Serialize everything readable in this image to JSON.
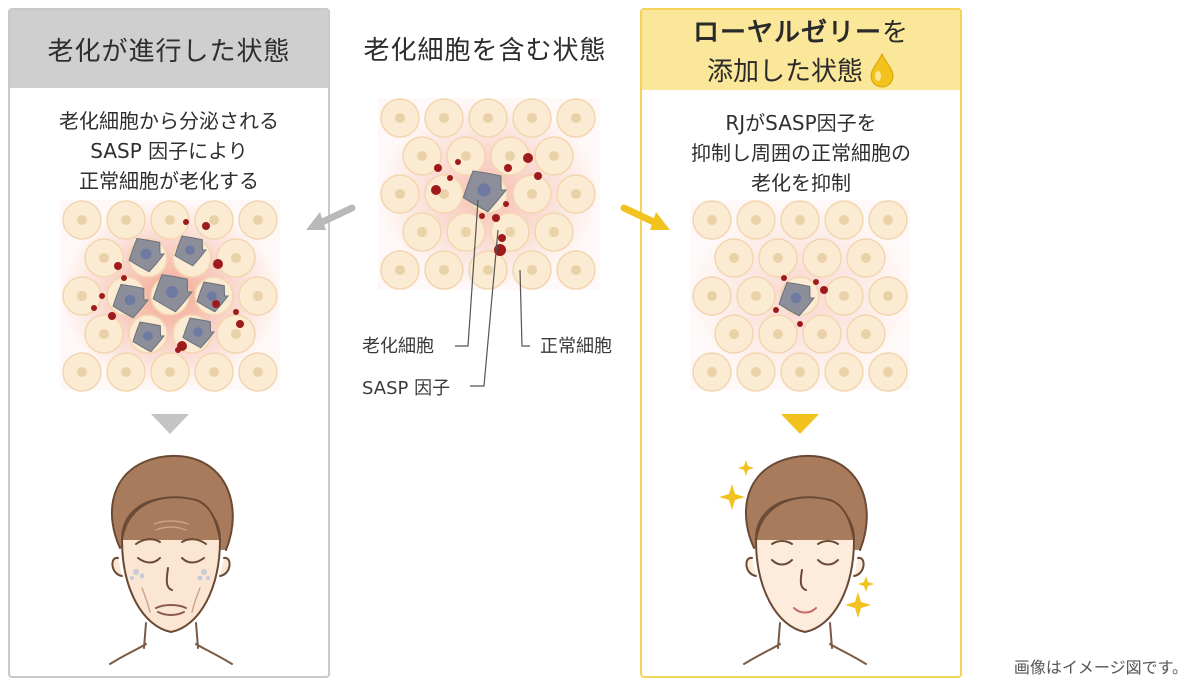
{
  "left_panel": {
    "title": "老化が進行した状態",
    "desc_lines": [
      "老化細胞から分泌される",
      "SASP 因子により",
      "正常細胞が老化する"
    ]
  },
  "center": {
    "title": "老化細胞を含む状態",
    "labels": {
      "senescent_cell": "老化細胞",
      "normal_cell": "正常細胞",
      "sasp": "SASP 因子"
    }
  },
  "right_panel": {
    "title_line1_bold": "ローヤルゼリー",
    "title_line1_tail": "を",
    "title_line2": "添加した状態",
    "desc_lines": [
      "RJがSASP因子を",
      "抑制し周囲の正常細胞の",
      "老化を抑制"
    ]
  },
  "footer_note": "画像はイメージ図です。",
  "colors": {
    "left_header": "#cfcfcf",
    "right_header": "#fbe79a",
    "right_border": "#f3d35a",
    "cell_fill": "#fbebd2",
    "senescent_fill": "#8c8f99",
    "sasp_dot": "#9e1b1b",
    "inflammation": "#f08a6e"
  }
}
